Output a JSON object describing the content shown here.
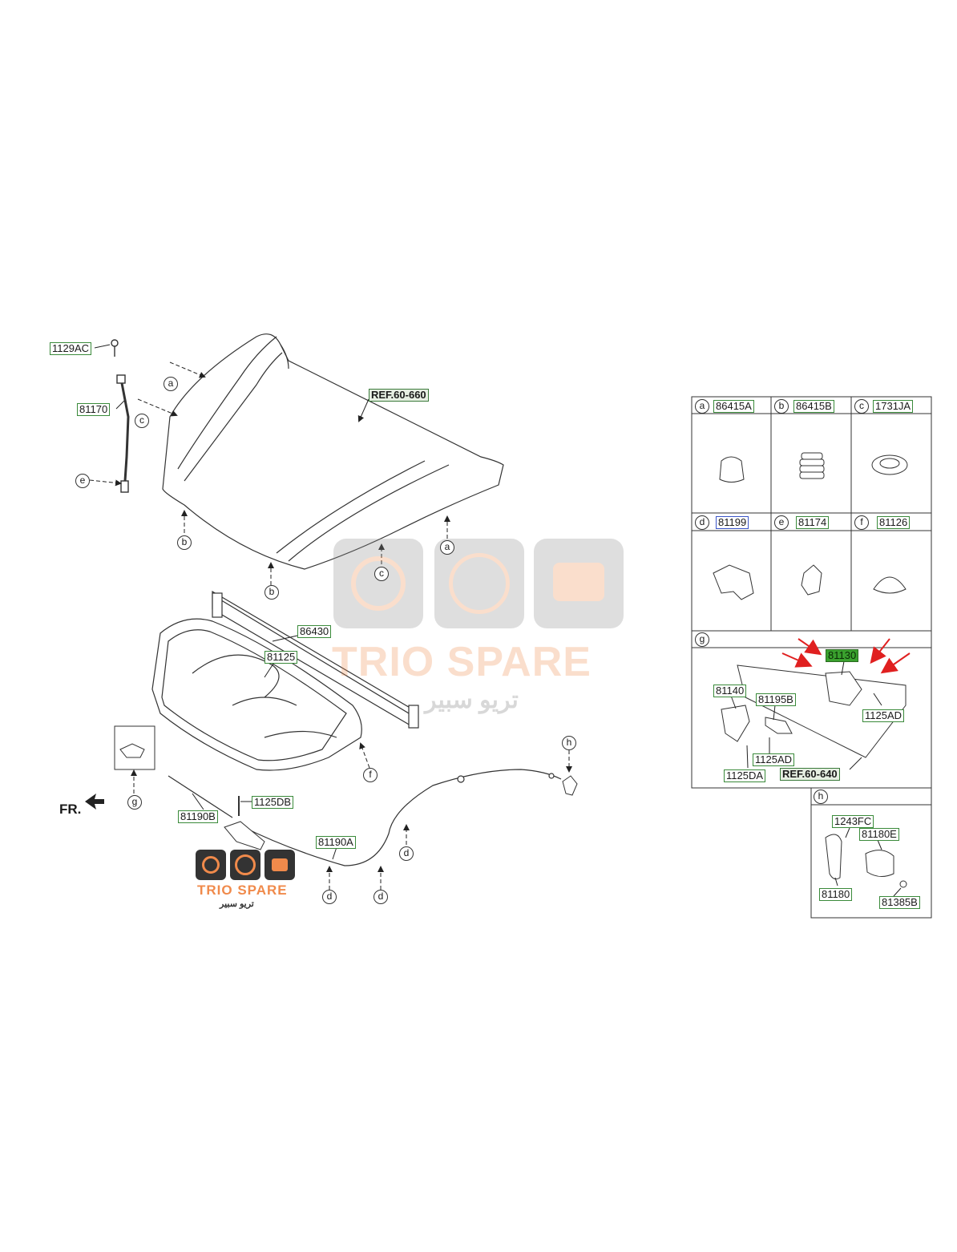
{
  "labels": {
    "p1129ac": "1129AC",
    "p81170": "81170",
    "ref_hood": "REF.60-660",
    "p86430": "86430",
    "p81125": "81125",
    "p81190b": "81190B",
    "p1125db": "1125DB",
    "p81190a": "81190A",
    "fr": "FR."
  },
  "callouts": {
    "a": "a",
    "b": "b",
    "c": "c",
    "d": "d",
    "e": "e",
    "f": "f",
    "g": "g",
    "h": "h"
  },
  "table": {
    "cells": [
      {
        "letter": "a",
        "part": "86415A",
        "style": "normal"
      },
      {
        "letter": "b",
        "part": "86415B",
        "style": "normal"
      },
      {
        "letter": "c",
        "part": "1731JA",
        "style": "normal"
      },
      {
        "letter": "d",
        "part": "81199",
        "style": "blue"
      },
      {
        "letter": "e",
        "part": "81174",
        "style": "normal"
      },
      {
        "letter": "f",
        "part": "81126",
        "style": "normal"
      }
    ],
    "g": {
      "letter": "g",
      "latch": "81130",
      "bolt_right": "1125AD",
      "bracket": "81140",
      "lever": "81195B",
      "bolt_bottom": "1125AD",
      "nut": "1125DA",
      "ref": "REF.60-640"
    },
    "h": {
      "letter": "h",
      "screw": "1243FC",
      "housing": "81180E",
      "handle": "81180",
      "cap": "81385B"
    }
  },
  "watermark": {
    "brand": "TRIO SPARE",
    "arabic": "تريو سبير",
    "accent_color": "#f08a4b",
    "icons": [
      "gauge-icon",
      "speedometer-icon",
      "engine-icon"
    ]
  },
  "colors": {
    "label_border": "#3a8a3a",
    "highlight_fill": "#3aa12e",
    "arrow_red": "#e02020",
    "label_blue_border": "#3a55c8"
  }
}
